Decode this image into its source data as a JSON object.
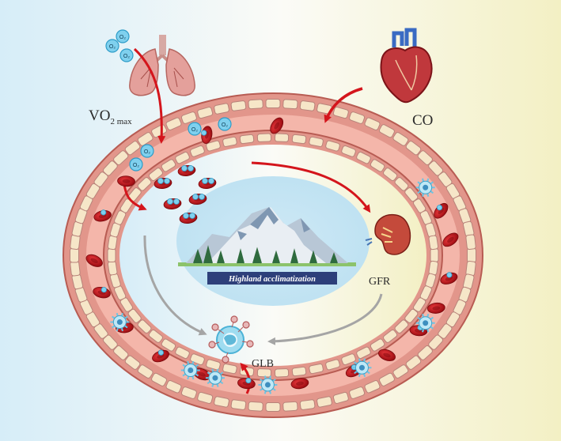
{
  "labels": {
    "vo2_base": "VO",
    "vo2_sub": "2 max",
    "co": "CO",
    "gfr": "GFR",
    "glb": "GLB",
    "center_banner": "Highland acclimatization",
    "o2": "O₂"
  },
  "colors": {
    "bg_left": "#d8eef8",
    "bg_right": "#f4f1c8",
    "vessel_wall": "#e79b91",
    "vessel_lumen": "#f3b3a7",
    "cell_fill": "#f6e6c8",
    "rbc": "#c4151c",
    "arrow_red": "#d4151c",
    "arrow_gray": "#a5a5a5",
    "oxygen_bubble": "#7fd0ee",
    "banner": "#2d3f7a"
  },
  "icons": [
    "lungs-icon",
    "heart-icon",
    "kidney-icon",
    "mountain-icon",
    "white-blood-cell-icon",
    "red-blood-cell-icon",
    "oxygen-molecule-icon"
  ]
}
